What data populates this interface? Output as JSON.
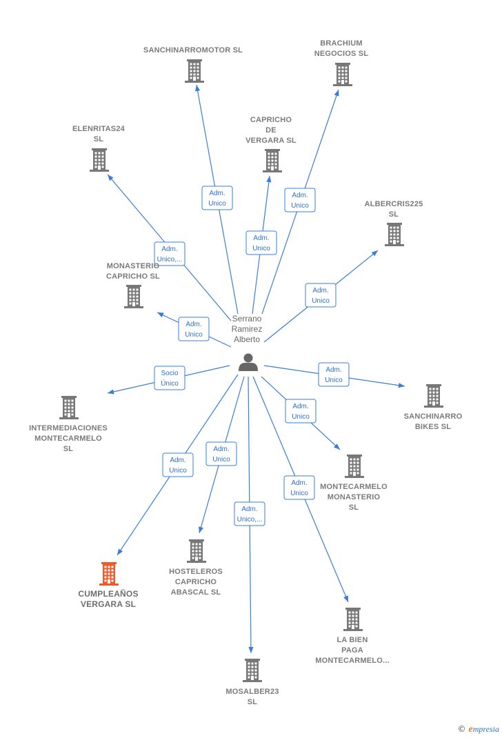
{
  "colors": {
    "edge": "#3a7dd8",
    "company": "#777777",
    "highlight": "#f05a28",
    "person": "#666666"
  },
  "center": {
    "name_lines": [
      "Serrano",
      "Ramirez",
      "Alberto"
    ],
    "icon": "person-icon"
  },
  "nodes": [
    {
      "id": "sanchinarromotor",
      "lines": [
        "SANCHINARROMOTOR SL"
      ],
      "icon": "building-icon"
    },
    {
      "id": "brachium",
      "lines": [
        "BRACHIUM",
        "NEGOCIOS  SL"
      ],
      "icon": "building-icon"
    },
    {
      "id": "elenritas24",
      "lines": [
        "ELENRITAS24",
        "SL"
      ],
      "icon": "building-icon"
    },
    {
      "id": "capricho-vergara",
      "lines": [
        "CAPRICHO",
        "DE",
        "VERGARA  SL"
      ],
      "icon": "building-icon"
    },
    {
      "id": "albercris225",
      "lines": [
        "ALBERCRIS225",
        "SL"
      ],
      "icon": "building-icon"
    },
    {
      "id": "monasterio-capricho",
      "lines": [
        "MONASTERIO",
        "CAPRICHO  SL"
      ],
      "icon": "building-icon"
    },
    {
      "id": "intermediaciones",
      "lines": [
        "INTERMEDIACIONES",
        "MONTECARMELO",
        "SL"
      ],
      "icon": "building-icon"
    },
    {
      "id": "sanchinarro-bikes",
      "lines": [
        "SANCHINARRO",
        "BIKES  SL"
      ],
      "icon": "building-icon"
    },
    {
      "id": "montecarmelo-monasterio",
      "lines": [
        "MONTECARMELO",
        "MONASTERIO",
        "SL"
      ],
      "icon": "building-icon"
    },
    {
      "id": "cumpleanos",
      "lines": [
        "CUMPLEAÑOS",
        "VERGARA  SL"
      ],
      "icon": "building-icon",
      "highlight": true
    },
    {
      "id": "hosteleros",
      "lines": [
        "HOSTELEROS",
        "CAPRICHO",
        "ABASCAL  SL"
      ],
      "icon": "building-icon"
    },
    {
      "id": "la-bien-paga",
      "lines": [
        "LA BIEN",
        "PAGA",
        "MONTECARMELO..."
      ],
      "icon": "building-icon"
    },
    {
      "id": "mosalber23",
      "lines": [
        "MOSALBER23",
        "SL"
      ],
      "icon": "building-icon"
    }
  ],
  "edges": [
    {
      "target": "sanchinarromotor",
      "lines": [
        "Adm.",
        "Unico"
      ]
    },
    {
      "target": "elenritas24",
      "lines": [
        "Adm.",
        "Unico,..."
      ]
    },
    {
      "target": "capricho-vergara",
      "lines": [
        "Adm.",
        "Unico"
      ]
    },
    {
      "target": "brachium",
      "lines": [
        "Adm.",
        "Unico"
      ]
    },
    {
      "target": "albercris225",
      "lines": [
        "Adm.",
        "Unico"
      ]
    },
    {
      "target": "monasterio-capricho",
      "lines": [
        "Adm.",
        "Unico"
      ]
    },
    {
      "target": "intermediaciones",
      "lines": [
        "Socio",
        "Único"
      ]
    },
    {
      "target": "sanchinarro-bikes",
      "lines": [
        "Adm.",
        "Unico"
      ]
    },
    {
      "target": "montecarmelo-monasterio",
      "lines": [
        "Adm.",
        "Unico"
      ]
    },
    {
      "target": "cumpleanos",
      "lines": [
        "Adm.",
        "Unico"
      ]
    },
    {
      "target": "hosteleros",
      "lines": [
        "Adm.",
        "Unico"
      ]
    },
    {
      "target": "mosalber23",
      "lines": [
        "Adm.",
        "Unico,..."
      ]
    },
    {
      "target": "la-bien-paga",
      "lines": [
        "Adm.",
        "Unico"
      ]
    }
  ],
  "footer": {
    "copyright": "©",
    "brand_initial": "e",
    "brand_rest": "mpresia"
  }
}
